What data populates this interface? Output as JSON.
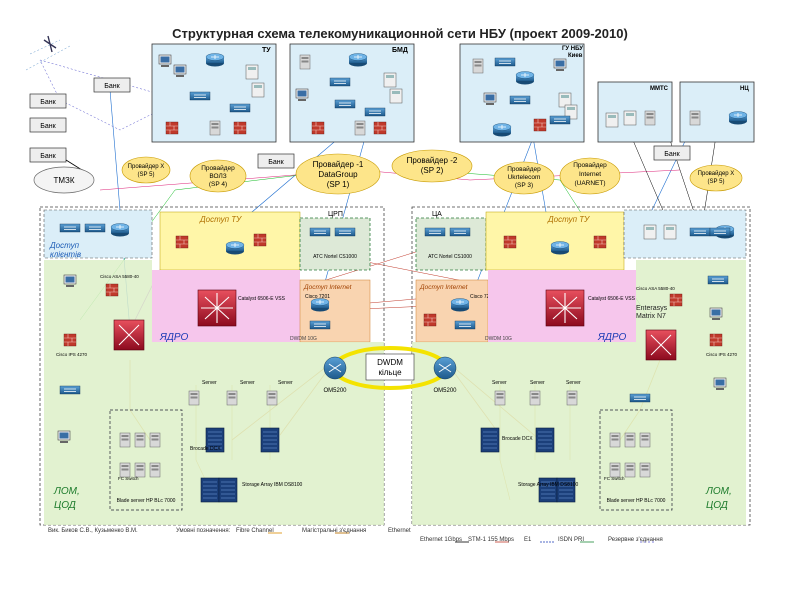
{
  "title": "Структурная схема телекомуникационной сети НБУ (проект 2009-2010)",
  "branches": {
    "tu": "ТУ",
    "bmd": "БМД",
    "gu_kiev_1": "ГУ НБУ",
    "gu_kiev_2": "Киев",
    "mmts": "ММТС",
    "nts": "НЦ"
  },
  "banks": [
    "Банк",
    "Банк",
    "Банк",
    "Банк",
    "Банк",
    "Банк"
  ],
  "tmzk": "ТМЗК",
  "providers": {
    "p1": "Провайдер Х",
    "p1_sp": "(SP 5)",
    "p2": "Провайдер",
    "p2b": "ВОЛЗ",
    "p2_sp": "(SP 4)",
    "p3": "Провайдер -1",
    "p3b": "DataGroup",
    "p3_sp": "(SP 1)",
    "p4": "Провайдер -2",
    "p4_sp": "(SP 2)",
    "p5": "Провайдер",
    "p5b": "Ukrtelecom",
    "p5_sp": "(SP 3)",
    "p6": "Провайдер",
    "p6b": "Internet",
    "p6_sp": "(UARNET)",
    "p7": "Провайдер Х",
    "p7_sp": "(SP 5)"
  },
  "zones": {
    "dostup_tu_left": "Доступ ТУ",
    "dostup_tu_right": "Доступ ТУ",
    "dostup_clients_1": "Доступ",
    "dostup_clients_2": "клієнтів",
    "crp": "ЦРП",
    "ca": "ЦА",
    "dostup_internet_left": "Доступ Internet",
    "dostup_internet_right": "Доступ Internet",
    "yadro_left": "ЯДРО",
    "yadro_right": "ЯДРО",
    "lom_left_1": "ЛОМ,",
    "lom_left_2": "ЦОД",
    "lom_right_1": "ЛОМ,",
    "lom_right_2": "ЦОД"
  },
  "devices": {
    "catalyst_6506_left": "Catalyst 6506-E VSS",
    "catalyst_6506_right": "Catalyst 6506-E VSS",
    "enterasys": "Enterasys",
    "matrix_n7": "Matrix N7",
    "atc_left": "АТС Nortel CS1000",
    "atc_right": "АТС Nortel CS1000",
    "cisco_7201_left": "Cisco 7201",
    "cisco_7201_right": "Cisco 7201",
    "cisco_asa_left": "Cisco ASA 5580-40",
    "cisco_asa_right": "Cisco ASA 5580-40",
    "cisco_ips_left": "Cisco IPS 4270",
    "cisco_ips_right": "Cisco IPS 4270",
    "om5200_left": "OM5200",
    "om5200_right": "OM5200",
    "dwdm_1": "DWDM",
    "dwdm_2": "кільце",
    "server": "Server",
    "brocade": "Brocade DCX",
    "storage": "Storage Array IBM DS8100",
    "blade": "Blade server HP BLc 7000",
    "fc_switch": "FC Switch",
    "dwdm_10g": "DWDM 10G"
  },
  "footer": {
    "authors": "Вик. Биков С.В., Кузьменко В.М.",
    "legend_title": "Умовні позначення:",
    "fibre": "Fibre Channel",
    "trunk": "Магістральні з'єднання",
    "ethernet": "Ethernet",
    "ethernet_1g": "Ethernet 1Gbps",
    "stm1": "STM-1 155 Mbps",
    "e1": "E1",
    "isdn": "ISDN PRI",
    "reserve": "Резервне з'єднання"
  },
  "colors": {
    "core_red": "#c8102e",
    "network_blue": "#1e5a8c",
    "cloud_yellow": "#fde58a",
    "yadro_pink": "#f6c6ec",
    "dostup_yellow": "#fff6a8",
    "internet_orange": "#f9d4b0",
    "lom_green": "#ddf0c8",
    "branch_blue": "#dbeef8",
    "dwdm_ring": "#f4e300"
  }
}
